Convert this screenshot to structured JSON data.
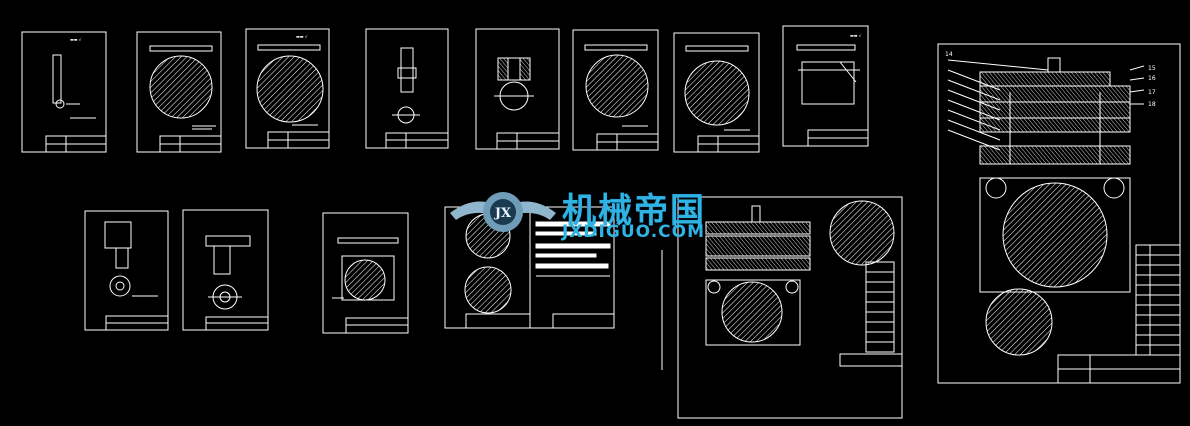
{
  "watermark": {
    "name_cn": "机械帝国",
    "name_en": "JXDIGUO.COM",
    "logo_letters": "JX",
    "color": "#2fb3e4",
    "logo_color": "#8fb6cc"
  },
  "drawing": {
    "line_color": "#ffffff",
    "background": "#000000"
  },
  "balloons": [
    "14",
    "15",
    "16",
    "17",
    "18"
  ]
}
